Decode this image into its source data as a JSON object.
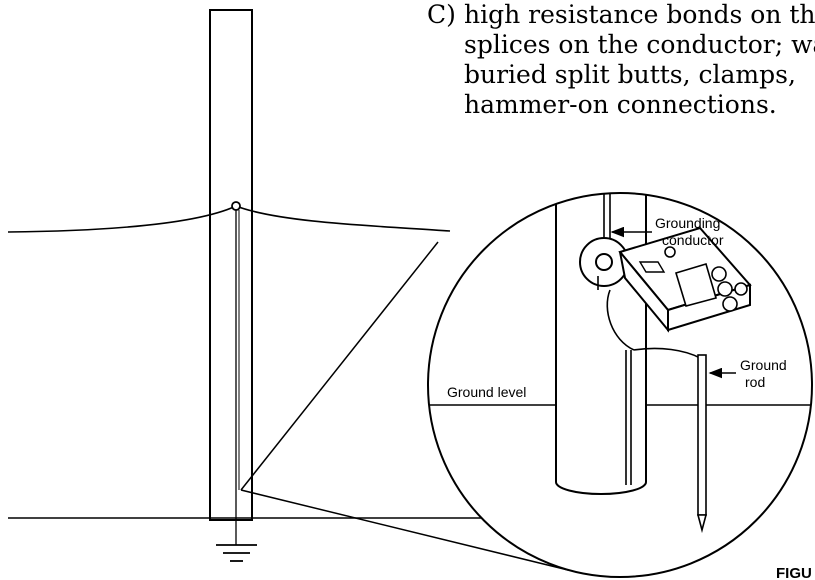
{
  "text": {
    "marker": "C)",
    "lines": [
      "high resistance bonds on the",
      "splices on the conductor; wat",
      "buried split butts, clamps,",
      "hammer-on connections."
    ]
  },
  "labels": {
    "grounding_conductor": [
      "Grounding",
      "conductor"
    ],
    "ground_rod": [
      "Ground",
      "rod"
    ],
    "ground_level": "Ground level"
  },
  "figure_caption": "FIGU"
}
